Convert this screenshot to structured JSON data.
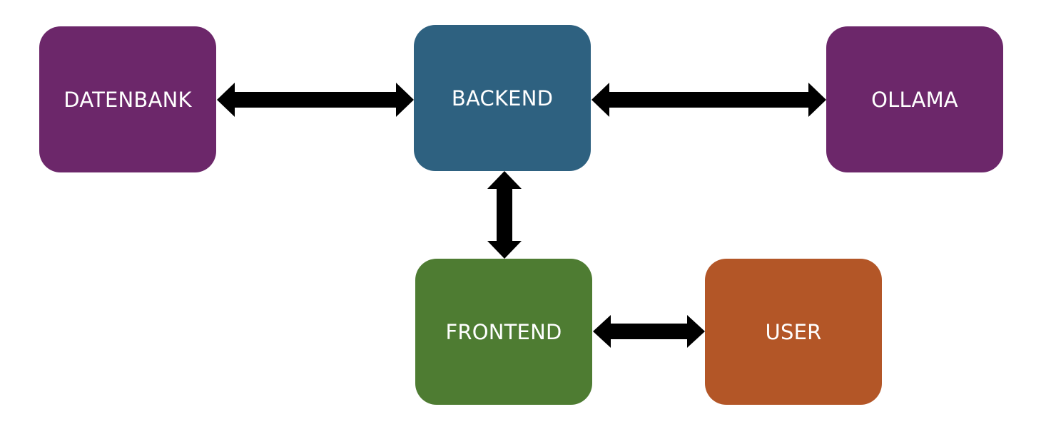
{
  "diagram": {
    "nodes": {
      "datenbank": {
        "label": "DATENBANK",
        "color": "#6c276a"
      },
      "backend": {
        "label": "BACKEND",
        "color": "#2e6180"
      },
      "ollama": {
        "label": "OLLAMA",
        "color": "#6c276a"
      },
      "frontend": {
        "label": "FRONTEND",
        "color": "#4e7c32"
      },
      "user": {
        "label": "USER",
        "color": "#b35627"
      }
    },
    "edges": [
      {
        "from": "datenbank",
        "to": "backend",
        "direction": "bidirectional"
      },
      {
        "from": "backend",
        "to": "ollama",
        "direction": "bidirectional"
      },
      {
        "from": "backend",
        "to": "frontend",
        "direction": "bidirectional"
      },
      {
        "from": "frontend",
        "to": "user",
        "direction": "bidirectional"
      }
    ],
    "arrow_color": "#000000",
    "background": "#ffffff"
  }
}
